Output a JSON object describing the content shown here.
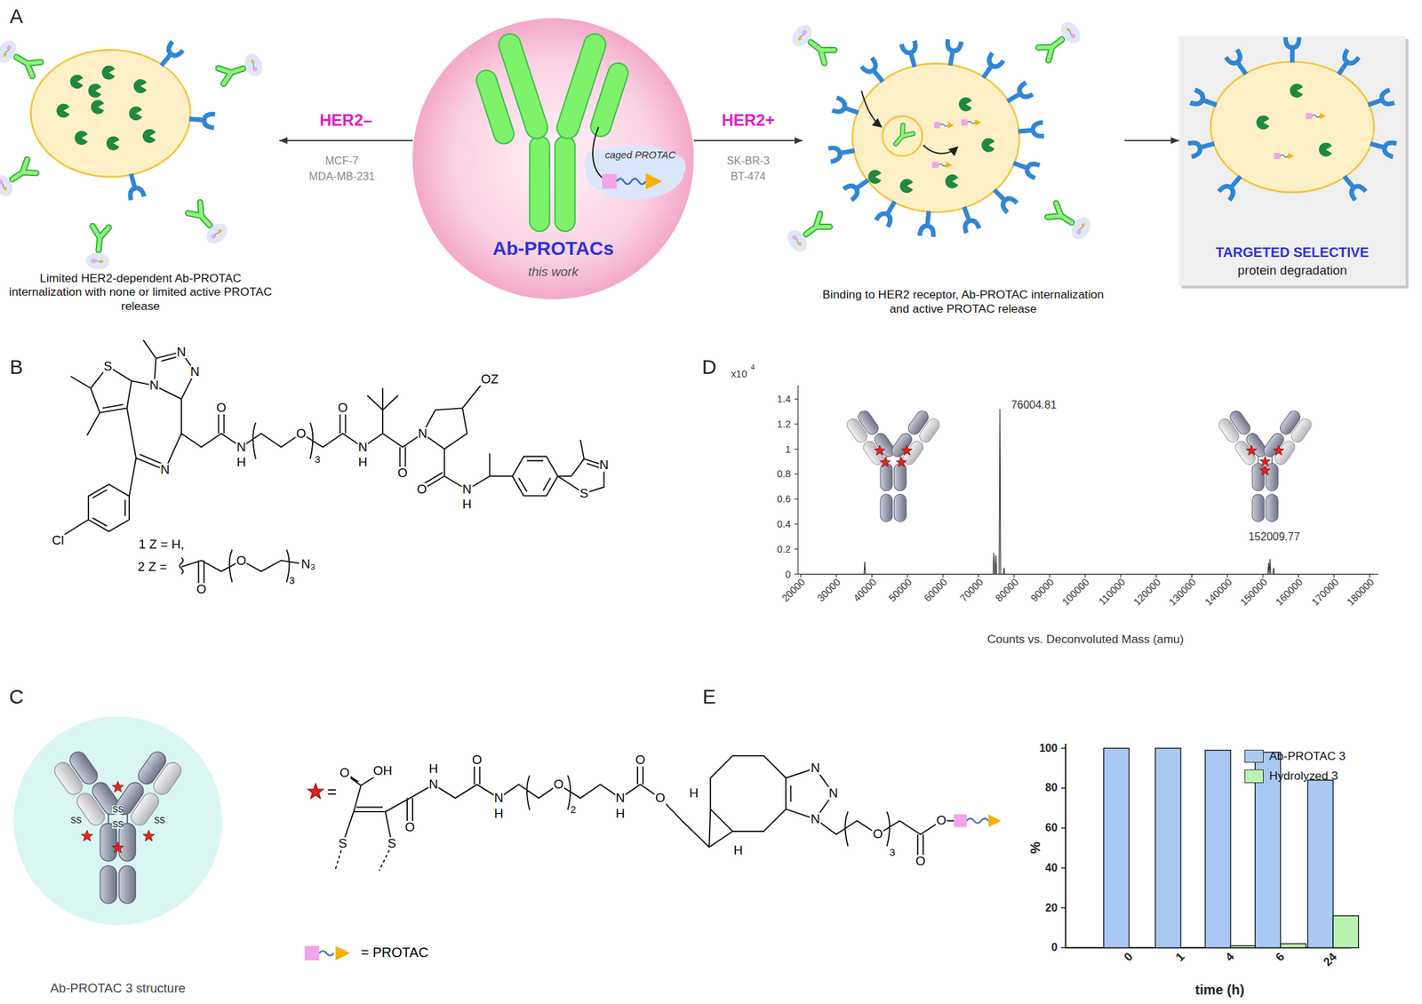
{
  "diagram": {
    "nodes": [
      {
        "text": [
          "caged PROTAC",
          "Ab-PROTACs",
          "this work"
        ]
      },
      {
        "text": [
          "Limited HER2-dependent Ab-PROTAC internalization with none or limited active PROTAC release"
        ]
      },
      {
        "text": [
          "Binding to HER2 receptor, Ab-PROTAC internalization and active PROTAC release"
        ]
      },
      {
        "text": [
          "TARGETED SELECTIVE",
          "protein degradation"
        ]
      },
      {
        "text": [
          "Ab-PROTAC 3 structure"
        ]
      }
    ],
    "edges": [
      {
        "from": 0,
        "to": 1,
        "label": "HER2–",
        "arrow": "to"
      },
      {
        "from": 0,
        "to": 2,
        "label": "HER2+",
        "arrow": "to"
      },
      {
        "from": 2,
        "to": 3,
        "arrow": "to"
      }
    ],
    "labels": [
      "A",
      "B",
      "C",
      "D",
      "E",
      "MCF-7",
      "MDA-MB-231",
      "SK-BR-3",
      "BT-474",
      "S",
      "N",
      "N",
      "N",
      "N",
      "Cl",
      "O",
      "N",
      "H",
      "O",
      "3",
      "O",
      "N",
      "H",
      "O",
      "N",
      "OZ",
      "O",
      "N",
      "H",
      "N",
      "S",
      "1 Z = H,",
      "2 Z =",
      "O",
      "O",
      "3",
      "N₃",
      "=",
      "O",
      "OH",
      "S",
      "S",
      "O",
      "N",
      "H",
      "O",
      "N",
      "H",
      "O",
      "2",
      "N",
      "H",
      "O",
      "O",
      "H",
      "H",
      "N",
      "N",
      "N",
      "O",
      "3",
      "O",
      "O",
      "= PROTAC",
      "SS",
      "SS",
      "SS",
      "SS",
      "x10",
      "4",
      "1.4",
      "1.2",
      "1",
      "0.8",
      "0.6",
      "0.4",
      "0.2",
      "0",
      "20000",
      "30000",
      "40000",
      "50000",
      "60000",
      "70000",
      "80000",
      "90000",
      "100000",
      "110000",
      "120000",
      "130000",
      "140000",
      "150000",
      "160000",
      "170000",
      "180000",
      "76004.81",
      "152009.77",
      "Counts vs. Deconvoluted Mass (amu)",
      "100",
      "80",
      "60",
      "40",
      "20",
      "0",
      "%",
      "0",
      "1",
      "4",
      "6",
      "24",
      "time (h)"
    ],
    "legend": [
      {
        "text": "Ab-PROTAC 3",
        "color": "#a9c9f2"
      },
      {
        "text": "Hydrolyzed 3",
        "color": "#b9f3b1"
      }
    ]
  }
}
